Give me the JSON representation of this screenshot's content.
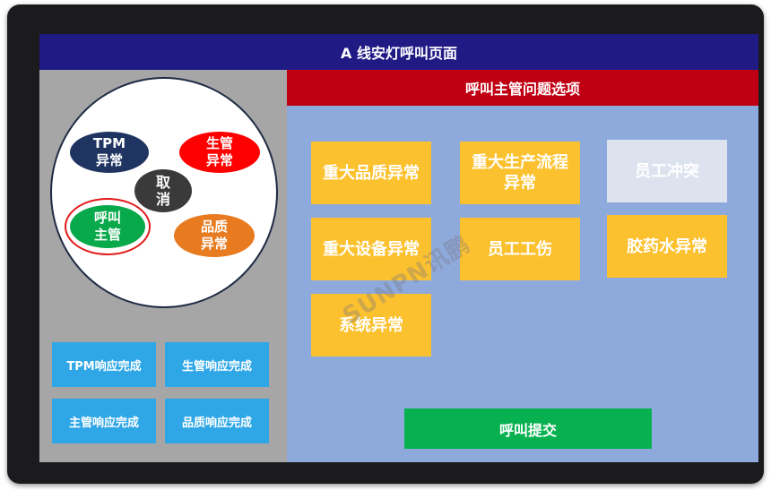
{
  "title": "A  线安灯呼叫页面",
  "options_header": "呼叫主管问题选项",
  "circle": {
    "tpm": "TPM\n异常",
    "tpm_l1": "TPM",
    "tpm_l2": "异常",
    "prod_l1": "生管",
    "prod_l2": "异常",
    "cancel_l1": "取",
    "cancel_l2": "消",
    "super_l1": "呼叫",
    "super_l2": "主管",
    "quality_l1": "品质",
    "quality_l2": "异常"
  },
  "responses": [
    "TPM响应完成",
    "生管响应完成",
    "主管响应完成",
    "品质响应完成"
  ],
  "options": [
    "重大品质异常",
    "重大生产流程异常",
    "员工冲突",
    "重大设备异常",
    "员工工伤",
    "胶药水异常",
    "系统异常"
  ],
  "submit_label": "呼叫提交",
  "watermark": "SUNPN讯鹏",
  "colors": {
    "title_bg": "#201a85",
    "header_bg": "#c00012",
    "option_bg": "#fcc12f",
    "submit_bg": "#07b150",
    "response_bg": "#2fa7e6"
  }
}
